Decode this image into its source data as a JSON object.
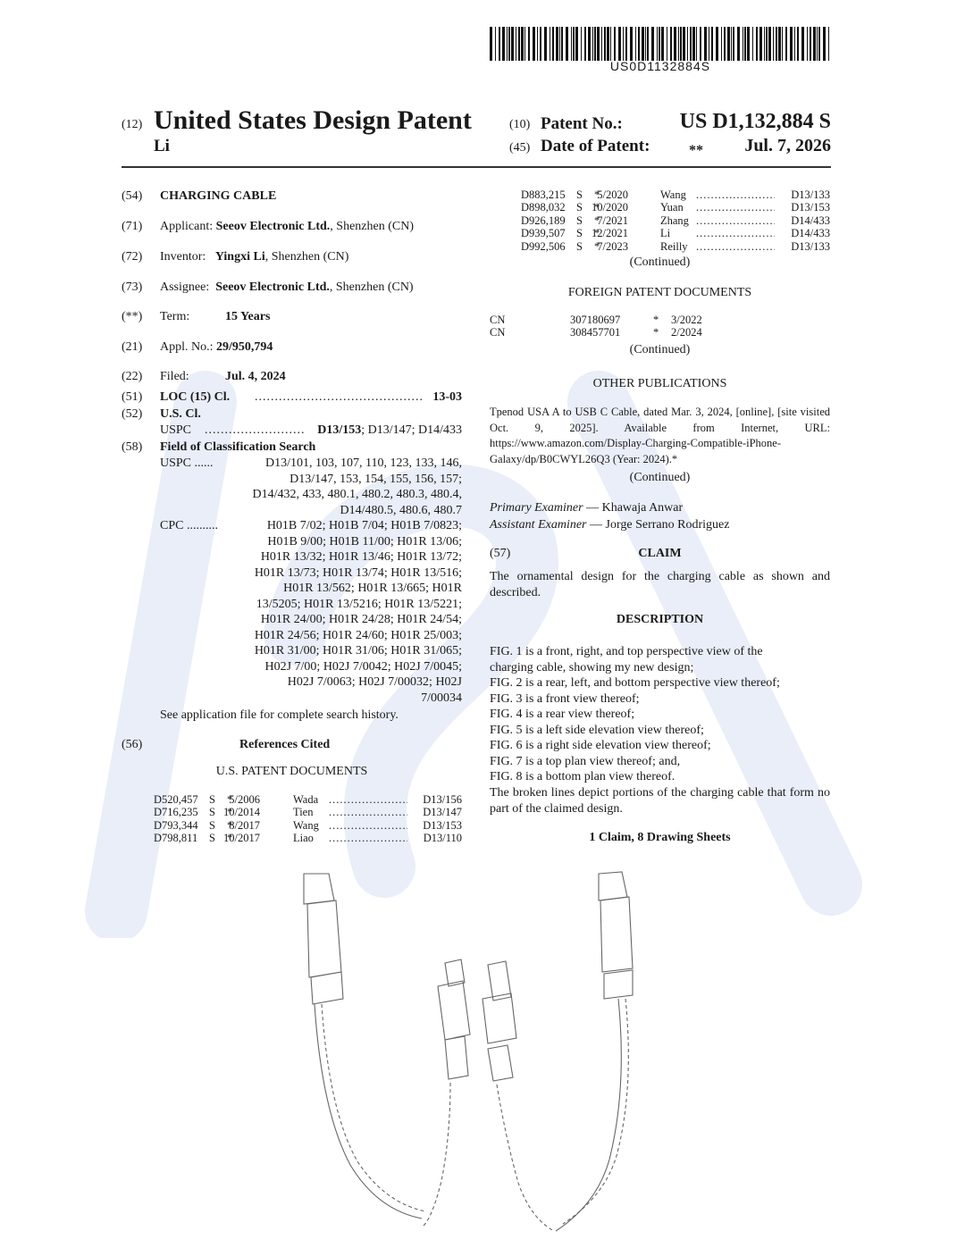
{
  "barcode_number": "US0D1132884S",
  "header": {
    "code12": "(12)",
    "title": "United States Design Patent",
    "inventor_surname": "Li",
    "code10": "(10)",
    "patent_no_label": "Patent No.:",
    "patent_no": "US D1,132,884 S",
    "code45": "(45)",
    "date_label": "Date of Patent:",
    "date_marker": "**",
    "date": "Jul. 7, 2026"
  },
  "fields": {
    "f54_code": "(54)",
    "f54_title": "CHARGING CABLE",
    "f71_code": "(71)",
    "f71_label": "Applicant:",
    "f71_name": "Seeov Electronic Ltd.",
    "f71_loc": ", Shenzhen (CN)",
    "f72_code": "(72)",
    "f72_label": "Inventor:",
    "f72_name": "Yingxi Li",
    "f72_loc": ", Shenzhen (CN)",
    "f73_code": "(73)",
    "f73_label": "Assignee:",
    "f73_name": "Seeov Electronic Ltd.",
    "f73_loc": ", Shenzhen (CN)",
    "term_code": "(**)",
    "term_label": "Term:",
    "term_value": "15 Years",
    "f21_code": "(21)",
    "f21_label": "Appl. No.:",
    "f21_value": "29/950,794",
    "f22_code": "(22)",
    "f22_label": "Filed:",
    "f22_value": "Jul. 4, 2024",
    "f51_code": "(51)",
    "f51_label": "LOC (15) Cl.",
    "f51_dots": ".................................................",
    "f51_value": "13-03",
    "f52_code": "(52)",
    "f52_label": "U.S. Cl.",
    "uspc_label": "USPC",
    "uspc_dots": ".........................",
    "uspc_main": "D13/153",
    "uspc_rest": "; D13/147; D14/433",
    "f58_code": "(58)",
    "f58_label": "Field of Classification Search",
    "f58_uspc_label": "USPC ......",
    "f58_uspc_text": "D13/101, 103, 107, 110, 123, 133, 146,\nD13/147, 153, 154, 155, 156, 157;\nD14/432, 433, 480.1, 480.2, 480.3, 480.4,\nD14/480.5, 480.6, 480.7",
    "f58_cpc_label": "CPC ..........",
    "f58_cpc_text": "H01B 7/02; H01B 7/04; H01B 7/0823;\nH01B 9/00; H01B 11/00; H01R 13/06;\nH01R 13/32; H01R 13/46; H01R 13/72;\nH01R 13/73; H01R 13/74; H01R 13/516;\nH01R 13/562; H01R 13/665; H01R\n13/5205; H01R 13/5216; H01R 13/5221;\nH01R 24/00; H01R 24/28; H01R 24/54;\nH01R 24/56; H01R 24/60; H01R 25/003;\nH01R 31/00; H01R 31/06; H01R 31/065;\nH02J 7/00; H02J 7/0042; H02J 7/0045;\nH02J 7/0063; H02J 7/00032; H02J\n7/00034",
    "f58_note": "See application file for complete search history.",
    "f56_code": "(56)",
    "f56_label": "References Cited",
    "us_docs_heading": "U.S. PATENT DOCUMENTS"
  },
  "us_patents_left": [
    {
      "no": "D520,457",
      "kind": "S",
      "star": "*",
      "date": "5/2006",
      "name": "Wada",
      "dots": "............................",
      "cls": "D13/156"
    },
    {
      "no": "D716,235",
      "kind": "S",
      "star": "*",
      "date": "10/2014",
      "name": "Tien",
      "dots": ".............................",
      "cls": "D13/147"
    },
    {
      "no": "D793,344",
      "kind": "S",
      "star": "*",
      "date": "8/2017",
      "name": "Wang",
      "dots": "...........................",
      "cls": "D13/153"
    },
    {
      "no": "D798,811",
      "kind": "S",
      "star": "*",
      "date": "10/2017",
      "name": "Liao",
      "dots": ".............................",
      "cls": "D13/110"
    }
  ],
  "us_patents_right": [
    {
      "no": "D883,215",
      "kind": "S",
      "star": "*",
      "date": "5/2020",
      "name": "Wang",
      "dots": "...........................",
      "cls": "D13/133"
    },
    {
      "no": "D898,032",
      "kind": "S",
      "star": "*",
      "date": "10/2020",
      "name": "Yuan",
      "dots": "............................",
      "cls": "D13/153"
    },
    {
      "no": "D926,189",
      "kind": "S",
      "star": "*",
      "date": "7/2021",
      "name": "Zhang",
      "dots": "..........................",
      "cls": "D14/433"
    },
    {
      "no": "D939,507",
      "kind": "S",
      "star": "*",
      "date": "12/2021",
      "name": "Li",
      "dots": "...............................",
      "cls": "D14/433"
    },
    {
      "no": "D992,506",
      "kind": "S",
      "star": "*",
      "date": "7/2023",
      "name": "Reilly",
      "dots": "..........................",
      "cls": "D13/133"
    }
  ],
  "right": {
    "continued": "(Continued)",
    "foreign_heading": "FOREIGN PATENT DOCUMENTS",
    "foreign": [
      {
        "country": "CN",
        "no": "307180697",
        "star": "*",
        "date": "3/2022"
      },
      {
        "country": "CN",
        "no": "308457701",
        "star": "*",
        "date": "2/2024"
      }
    ],
    "other_heading": "OTHER PUBLICATIONS",
    "other_text": "Tpenod USA A to USB C Cable, dated Mar. 3, 2024, [online], [site visited Oct. 9, 2025]. Available from Internet, URL: https://www.amazon.com/Display-Charging-Compatible-iPhone-Galaxy/dp/B0CWYL26Q3 (Year: 2024).*",
    "primary_label": "Primary Examiner",
    "primary_name": " — Khawaja Anwar",
    "assistant_label": "Assistant Examiner",
    "assistant_name": " — Jorge Serrano Rodriguez",
    "claim_code": "(57)",
    "claim_heading": "CLAIM",
    "claim_text": "The ornamental design for the charging cable as shown and described.",
    "description_heading": "DESCRIPTION",
    "fig1a": "FIG. 1 is a front, right, and top perspective view of the",
    "fig1b": "charging cable, showing my new design;",
    "fig2": "FIG. 2 is a rear, left, and bottom perspective view thereof;",
    "fig3": "FIG. 3 is a front view thereof;",
    "fig4": "FIG. 4 is a rear view thereof;",
    "fig5": "FIG. 5 is a left side elevation view thereof;",
    "fig6": "FIG. 6 is a right side elevation view thereof;",
    "fig7": "FIG. 7 is a top plan view thereof; and,",
    "fig8": "FIG. 8 is a bottom plan view thereof.",
    "broken_text": "The broken lines depict portions of the charging cable that form no part of the claimed design.",
    "sheets": "1 Claim, 8 Drawing Sheets"
  }
}
